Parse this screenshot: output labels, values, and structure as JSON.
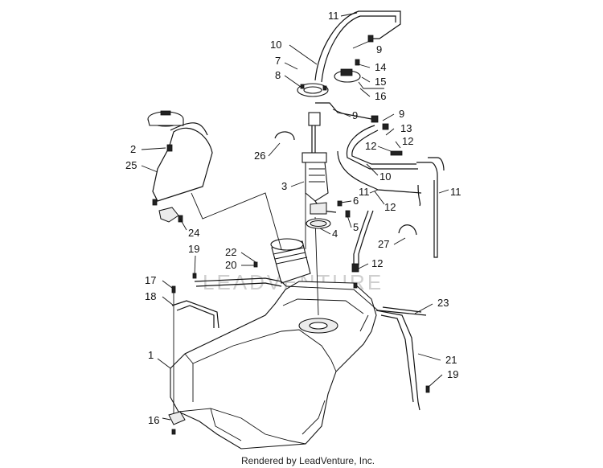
{
  "callouts": [
    "1",
    "2",
    "3",
    "4",
    "5",
    "6",
    "7",
    "8",
    "9",
    "9",
    "9",
    "10",
    "10",
    "11",
    "11",
    "11",
    "12",
    "12",
    "12",
    "12",
    "13",
    "14",
    "15",
    "16",
    "16",
    "17",
    "18",
    "19",
    "19",
    "20",
    "21",
    "22",
    "23",
    "24",
    "25",
    "26",
    "27"
  ],
  "watermark": "LEADVENTURE",
  "footer": "Rendered by LeadVenture, Inc."
}
